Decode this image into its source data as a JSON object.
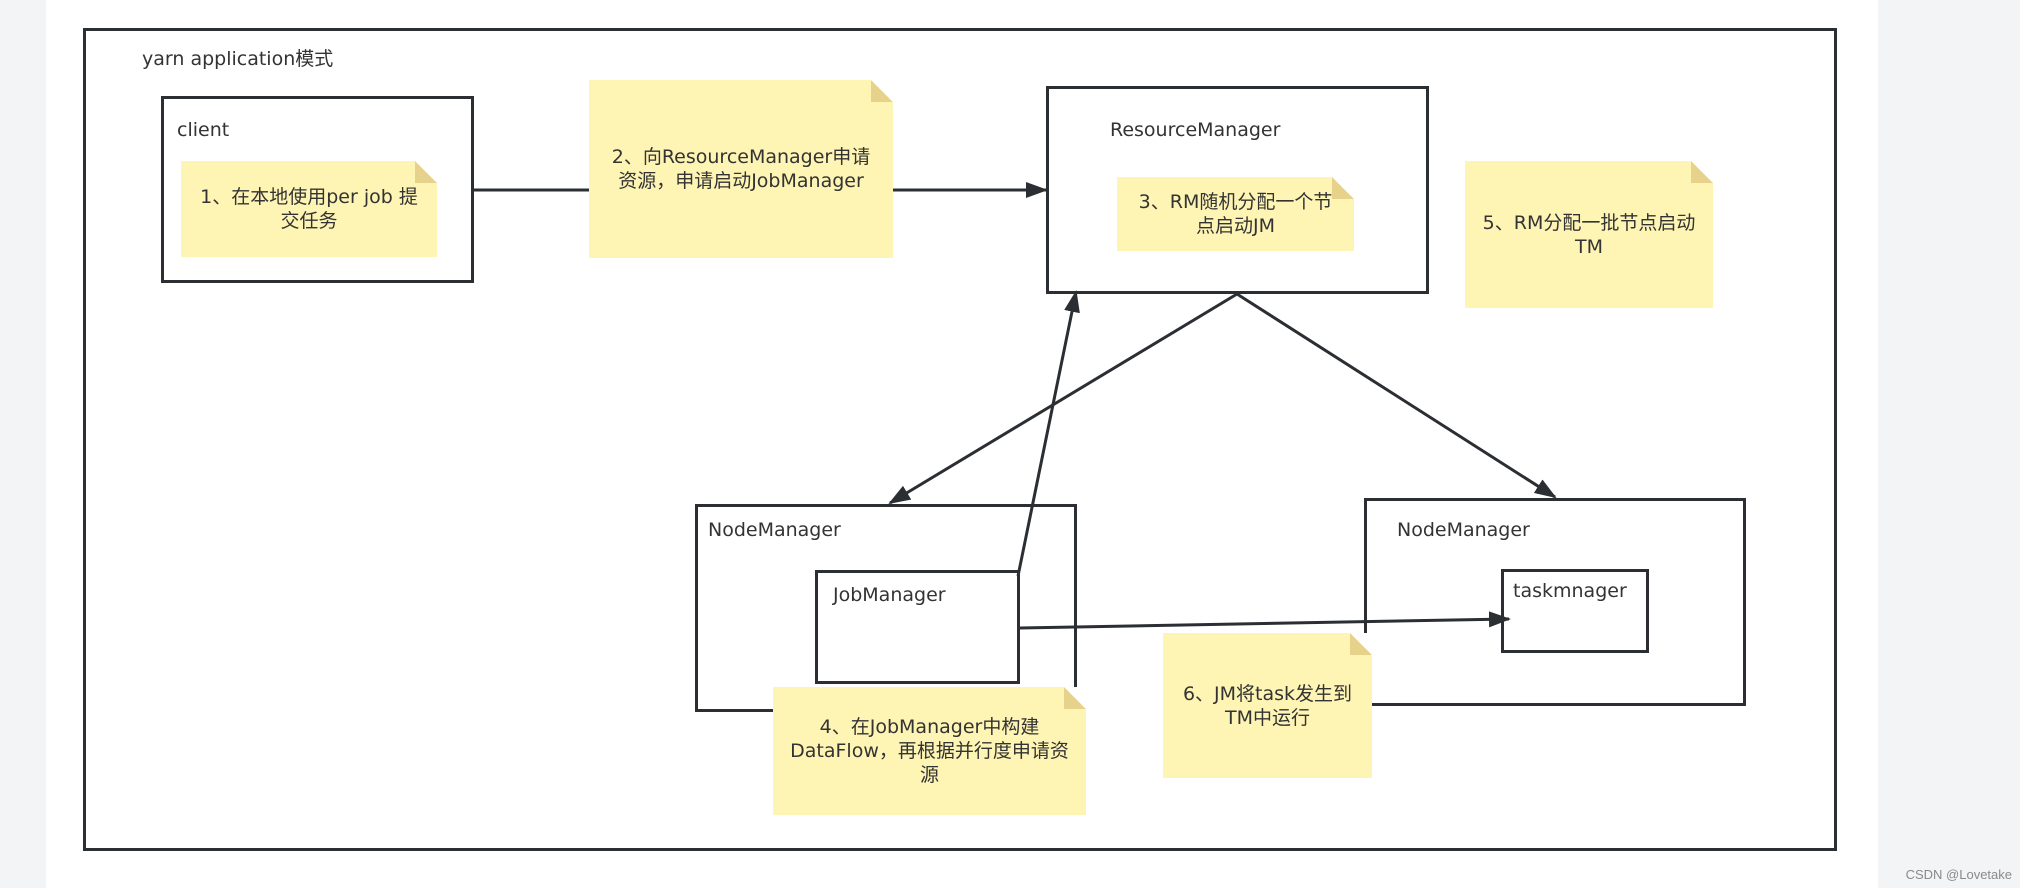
{
  "diagram": {
    "title": "yarn application模式",
    "boxes": {
      "client": "client",
      "resource_manager": "ResourceManager",
      "node_manager_1": "NodeManager",
      "job_manager": "JobManager",
      "node_manager_2": "NodeManager",
      "task_manager": "taskmnager"
    },
    "notes": {
      "step1": "1、在本地使用per job 提交任务",
      "step2": "2、向ResourceManager申请资源，申请启动JobManager",
      "step3": "3、RM随机分配一个节点启动JM",
      "step4": "4、在JobManager中构建DataFlow，再根据并行度申请资源",
      "step5": "5、RM分配一批节点启动TM",
      "step6": "6、JM将task发生到TM中运行"
    }
  },
  "watermark": "CSDN @Lovetake",
  "colors": {
    "note_fill": "#fef4b4",
    "stroke": "#2b2f33"
  }
}
